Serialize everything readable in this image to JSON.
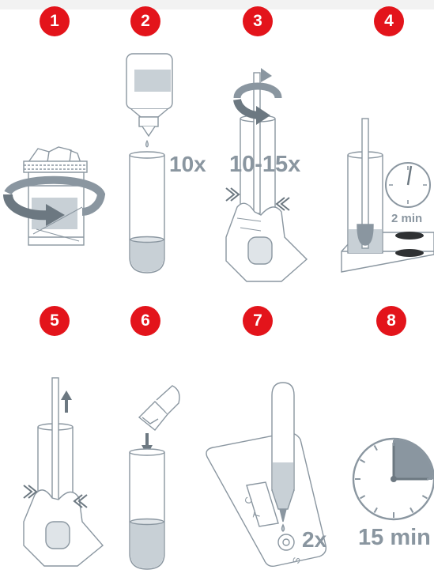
{
  "steps": [
    {
      "number": "1"
    },
    {
      "number": "2",
      "label": "10x"
    },
    {
      "number": "3",
      "label": "10-15x"
    },
    {
      "number": "4",
      "label": "2 min"
    },
    {
      "number": "5"
    },
    {
      "number": "6"
    },
    {
      "number": "7",
      "label": "2x",
      "cassette_marks": {
        "c": "C",
        "t": "T",
        "s": "S"
      }
    },
    {
      "number": "8",
      "label": "15 min",
      "timer_fraction": 0.25
    }
  ],
  "colors": {
    "badge": "#e3141b",
    "stroke": "#8a96a0",
    "fill": "#c8d0d6",
    "dark": "#6c7881"
  }
}
